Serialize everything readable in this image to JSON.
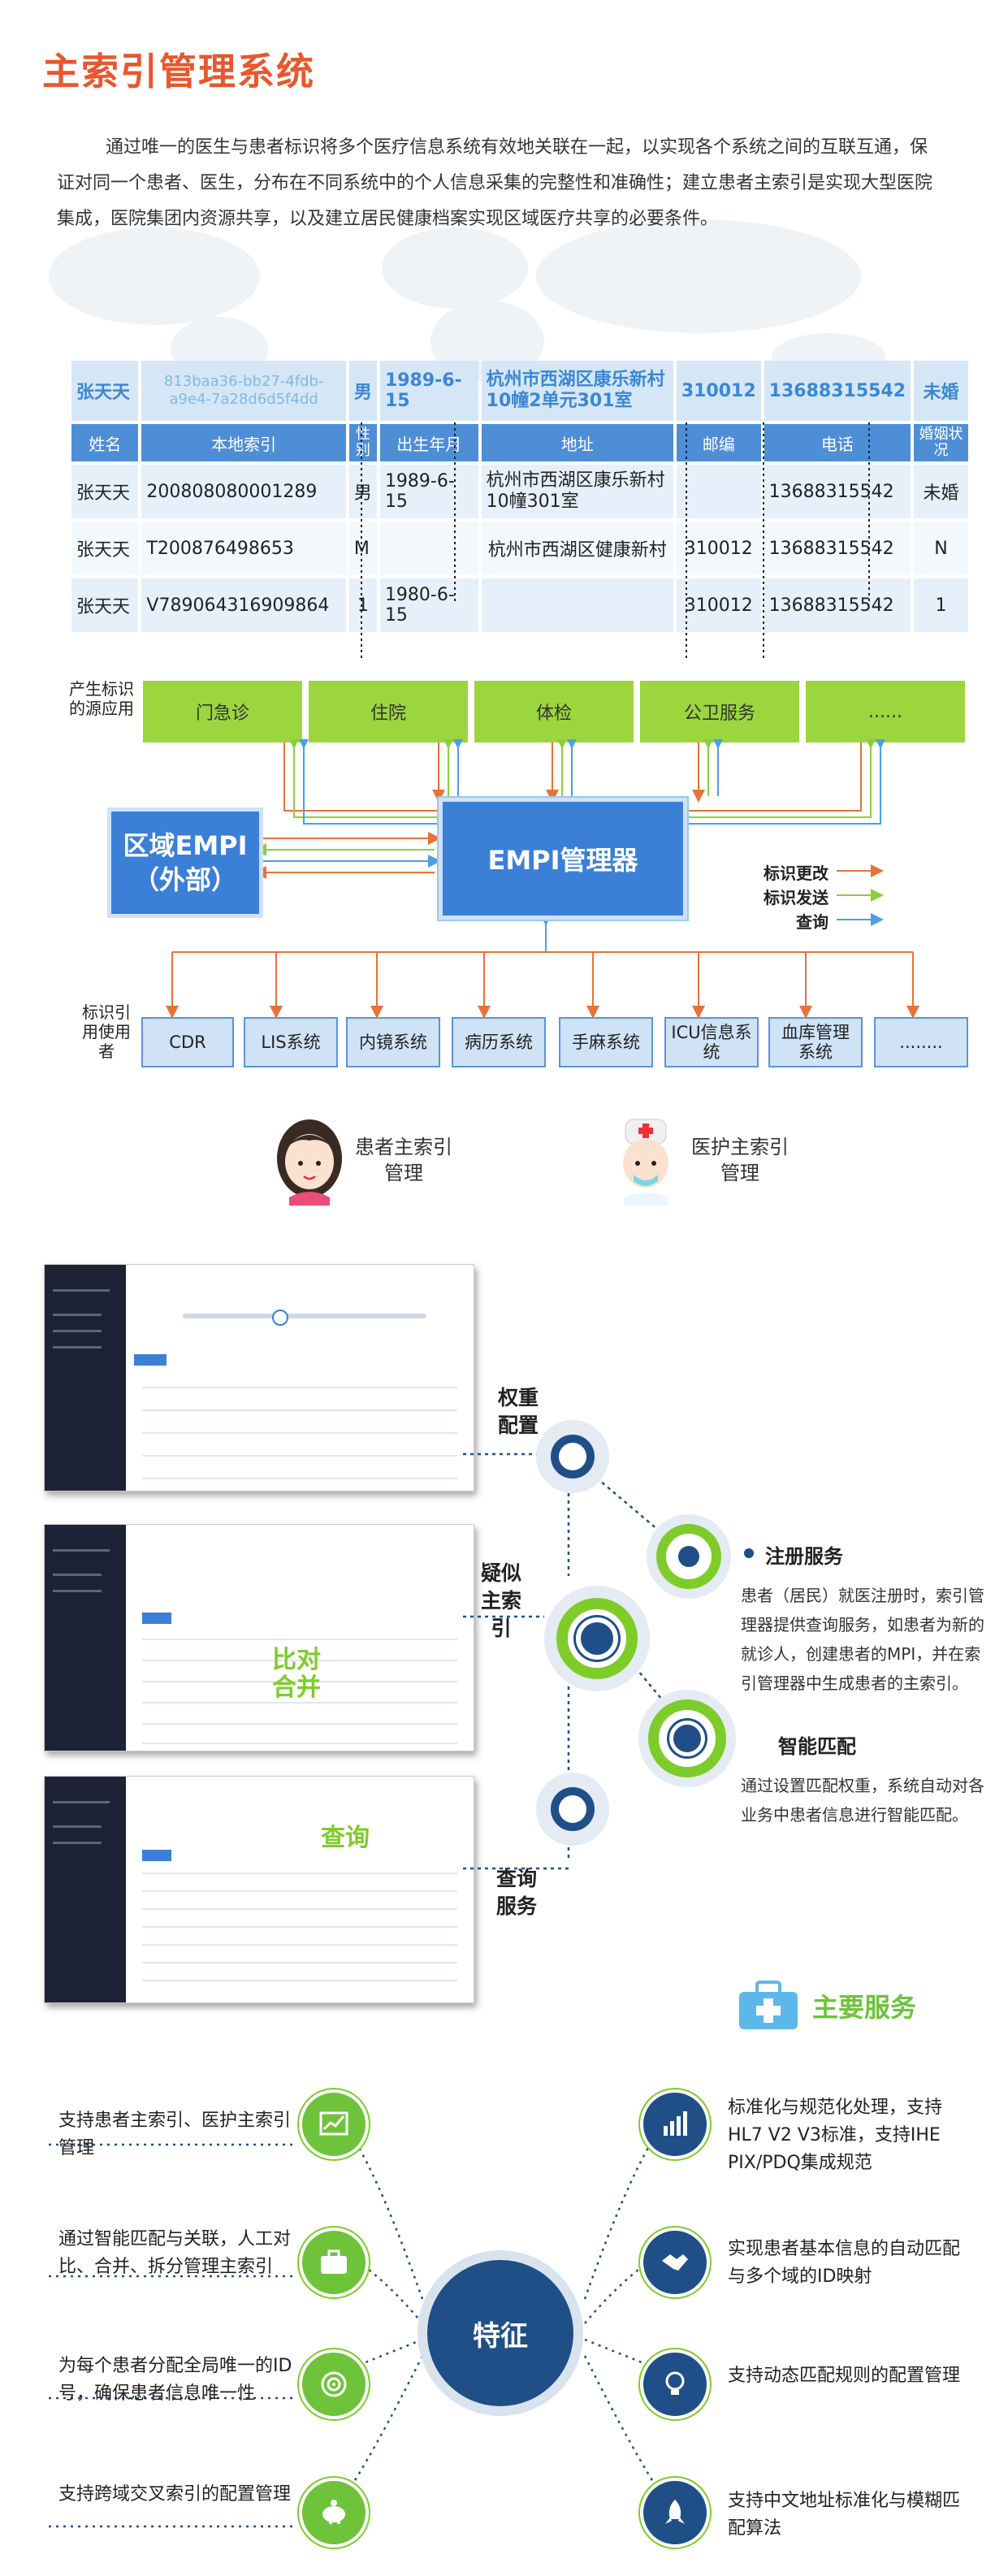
{
  "title": "主索引管理系统",
  "intro": "通过唯一的医生与患者标识将多个医疗信息系统有效地关联在一起，以实现各个系统之间的互联互通，保证对同一个患者、医生，分布在不同系统中的个人信息采集的完整性和准确性；建立患者主索引是实现大型医院集成，医院集团内资源共享，以及建立居民健康档案实现区域医疗共享的必要条件。",
  "table": {
    "top_row": [
      "张天天",
      "813baa36-bb27-4fdb-a9e4-7a28d6d5f4dd",
      "男",
      "1989-6-15",
      "杭州市西湖区康乐新村10幢2单元301室",
      "310012",
      "13688315542",
      "未婚"
    ],
    "headers": [
      "姓名",
      "本地索引",
      "性别",
      "出生年月",
      "地址",
      "邮编",
      "电话",
      "婚姻状况"
    ],
    "rows": [
      [
        "张天天",
        "200808080001289",
        "男",
        "1989-6-15",
        "杭州市西湖区康乐新村10幢301室",
        "",
        "13688315542",
        "未婚"
      ],
      [
        "张天天",
        "T200876498653",
        "M",
        "",
        "杭州市西湖区健康新村",
        "310012",
        "13688315542",
        "N"
      ],
      [
        "张天天",
        "V789064316909864",
        "1",
        "1980-6-15",
        "",
        "310012",
        "13688315542",
        "1"
      ]
    ]
  },
  "flow": {
    "source_label": "产生标识的源应用",
    "sources": [
      "门急诊",
      "住院",
      "体检",
      "公卫服务",
      "......"
    ],
    "external": "区域EMPI（外部）",
    "manager": "EMPI管理器",
    "legend": [
      {
        "label": "标识更改",
        "color": "#e8713a"
      },
      {
        "label": "标识发送",
        "color": "#8ccf3a"
      },
      {
        "label": "查询",
        "color": "#4aa0e0"
      }
    ],
    "consumer_label": "标识引用使用者",
    "consumers": [
      "CDR",
      "LIS系统",
      "内镜系统",
      "病历系统",
      "手麻系统",
      "ICU信息系统",
      "血库管理系统",
      "........"
    ]
  },
  "personas": {
    "patient": "患者主索引管理",
    "doctor": "医护主索引管理"
  },
  "screens": {
    "overlay_merge": "比对合并",
    "overlay_query": "查询",
    "labels": [
      "权重配置",
      "疑似主索引",
      "查询服务"
    ]
  },
  "services": [
    {
      "title": "注册服务",
      "desc": "患者（居民）就医注册时，索引管理器提供查询服务，如患者为新的就诊人，创建患者的MPI，并在索引管理器中生成患者的主索引。"
    },
    {
      "title": "智能匹配",
      "desc": "通过设置匹配权重，系统自动对各业务中患者信息进行智能匹配。"
    }
  ],
  "main_services_title": "主要服务",
  "features": {
    "center": "特征",
    "left": [
      {
        "text": "支持患者主索引、医护主索引管理",
        "icon": "chart-icon"
      },
      {
        "text": "通过智能匹配与关联，人工对比、合并、拆分管理主索引",
        "icon": "briefcase-icon"
      },
      {
        "text": "为每个患者分配全局唯一的ID号，确保患者信息唯一性",
        "icon": "target-icon"
      },
      {
        "text": "支持跨域交叉索引的配置管理",
        "icon": "piggy-bank-icon"
      }
    ],
    "right": [
      {
        "text": "标准化与规范化处理，支持HL7 V2 V3标准，支持IHE PIX/PDQ集成规范",
        "icon": "bar-chart-icon"
      },
      {
        "text": "实现患者基本信息的自动匹配与多个域的ID映射",
        "icon": "handshake-icon"
      },
      {
        "text": "支持动态匹配规则的配置管理",
        "icon": "lightbulb-icon"
      },
      {
        "text": "支持中文地址标准化与模糊匹配算法",
        "icon": "rocket-icon"
      }
    ]
  },
  "colors": {
    "accent": "#e8572e",
    "blue": "#3b7fd6",
    "green": "#8ccf3a",
    "navy": "#1f4f86"
  }
}
